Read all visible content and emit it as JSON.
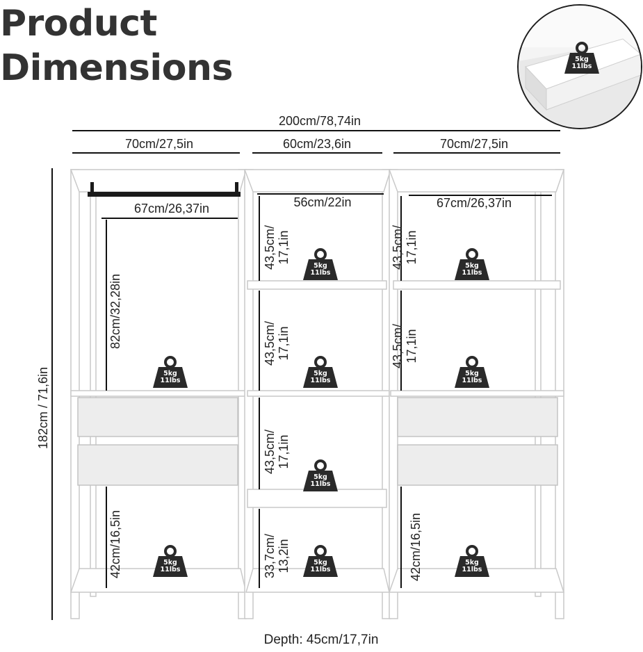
{
  "title": {
    "line1": "Product",
    "line2": "Dimensions"
  },
  "dimensions": {
    "total_width": "200cm/78,74in",
    "left_width": "70cm/27,5in",
    "middle_width": "60cm/23,6in",
    "right_width": "70cm/27,5in",
    "left_rail": "67cm/26,37in",
    "middle_inner": "56cm/22in",
    "right_inner": "67cm/26,37in",
    "height": "182cm / 71,6in",
    "left_hanging": "82cm/32,28in",
    "left_bottom": "42cm/16,5in",
    "right_bottom": "42cm/16,5in",
    "shelf_gap_line1": "43,5cm/",
    "shelf_gap_line2": "17,1in",
    "bottom_gap_line1": "33,7cm/",
    "bottom_gap_line2": "13,2in",
    "depth": "Depth: 45cm/17,7in"
  },
  "weight_badge": {
    "kg": "5kg",
    "lbs": "11lbs"
  },
  "colors": {
    "frame": "#ffffff",
    "edge": "#c9c9c9",
    "drawer": "#ededed",
    "badge": "#2a2a2a",
    "line": "#111111"
  }
}
